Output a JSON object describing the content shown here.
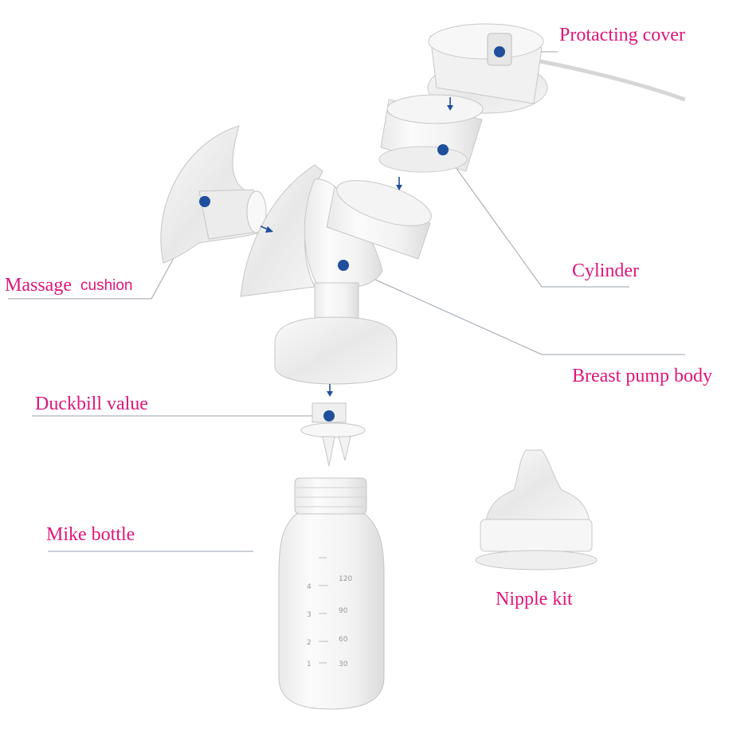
{
  "colors": {
    "label": "#e0157a",
    "dot": "#1f4f9c",
    "leader": "#9aa3ad",
    "part": "#eeeeee",
    "part_edge": "#c8c8c8"
  },
  "labels": {
    "protecting_cover": "Protacting cover",
    "cylinder": "Cylinder",
    "massage_cushion_1": "Massage",
    "massage_cushion_2": "cushion",
    "breast_pump_body": "Breast pump body",
    "duckbill_valve": "Duckbill value",
    "milk_bottle": "Mike bottle",
    "nipple_kit": "Nipple kit"
  },
  "bottle_graduations": {
    "oz": [
      "4",
      "3",
      "2",
      "1"
    ],
    "ml": [
      "120",
      "90",
      "60",
      "30"
    ]
  },
  "icons": [
    "marker-dot",
    "arrow-down",
    "arrow-right"
  ]
}
